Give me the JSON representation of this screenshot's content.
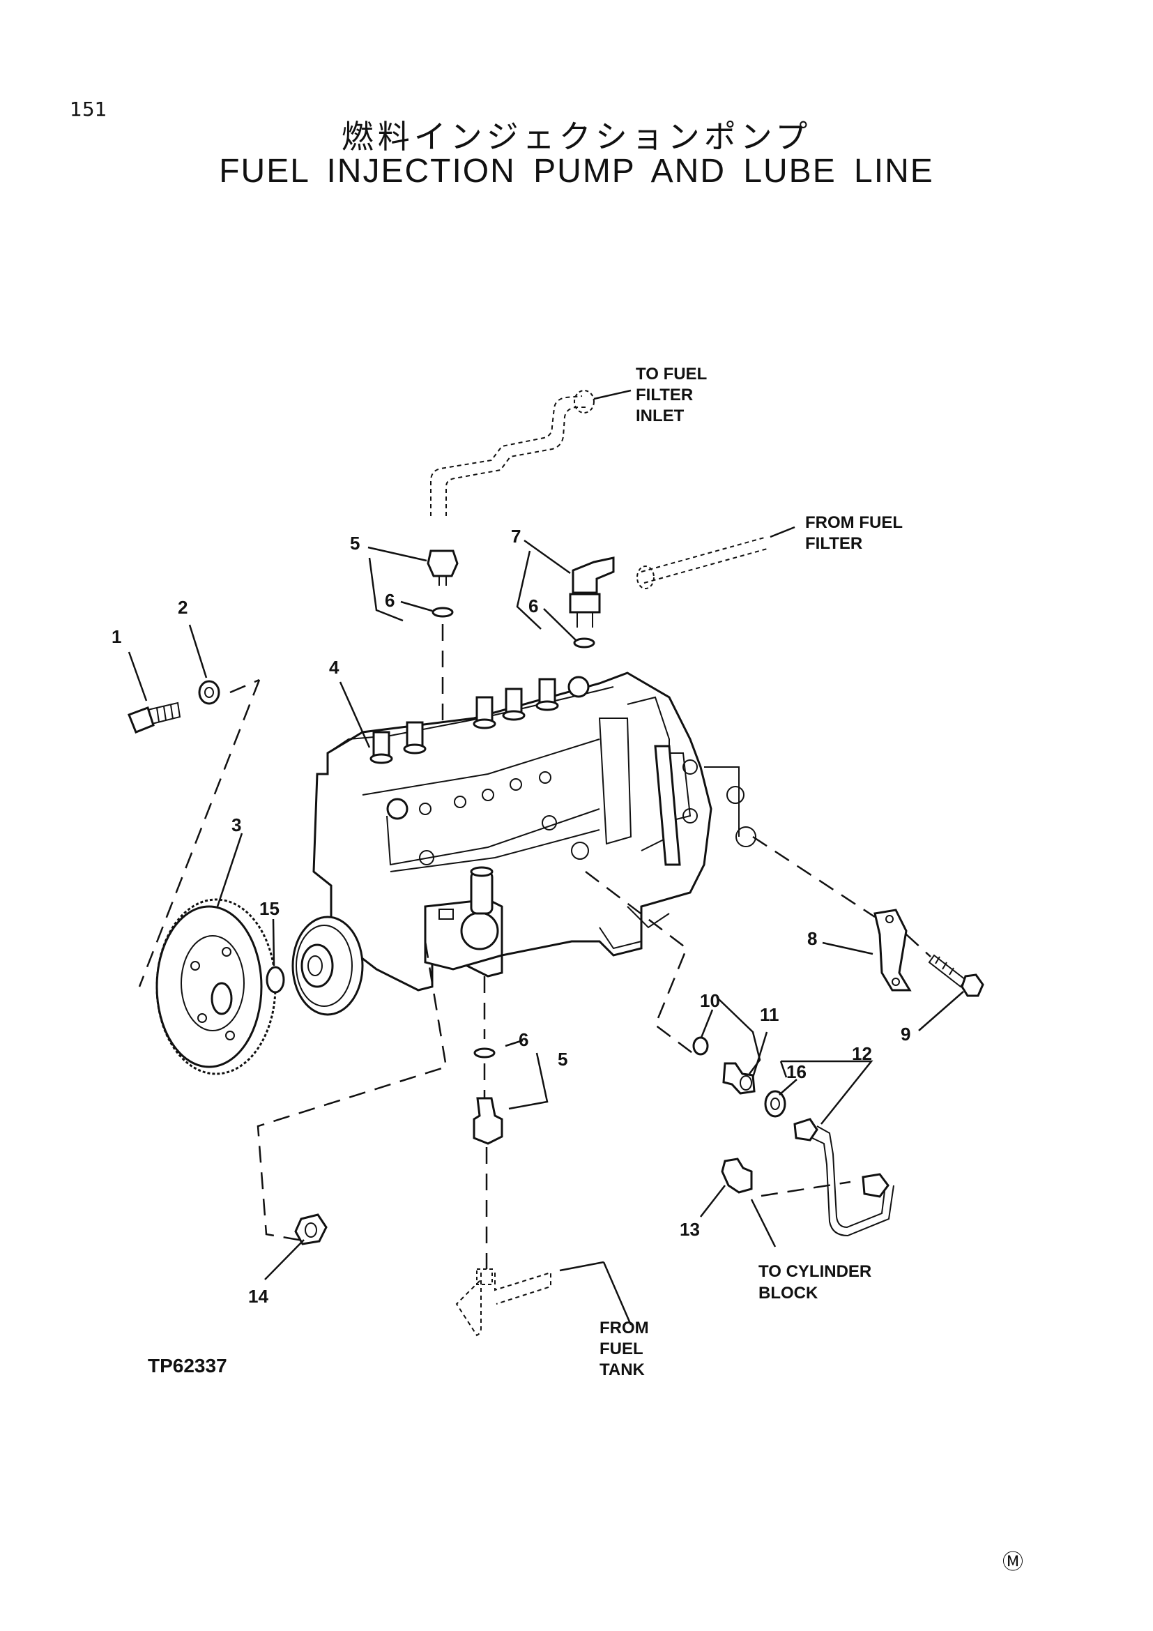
{
  "page_number": "151",
  "title_jp": "燃料インジェクションポンプ",
  "title_en": "FUEL  INJECTION  PUMP  AND  LUBE  LINE",
  "drawing_code": "TP62337",
  "registered_mark": "Ⓜ",
  "callouts": [
    "1",
    "2",
    "3",
    "4",
    "5",
    "6",
    "5",
    "6",
    "7",
    "6",
    "8",
    "9",
    "10",
    "11",
    "12",
    "13",
    "14",
    "15",
    "16"
  ],
  "notes": {
    "to_fuel_filter_inlet": [
      "TO FUEL",
      "FILTER",
      "INLET"
    ],
    "from_fuel_filter": [
      "FROM FUEL",
      "FILTER"
    ],
    "to_cylinder_block": [
      "TO CYLINDER",
      "BLOCK"
    ],
    "from_fuel_tank": [
      "FROM",
      "FUEL",
      "TANK"
    ]
  }
}
